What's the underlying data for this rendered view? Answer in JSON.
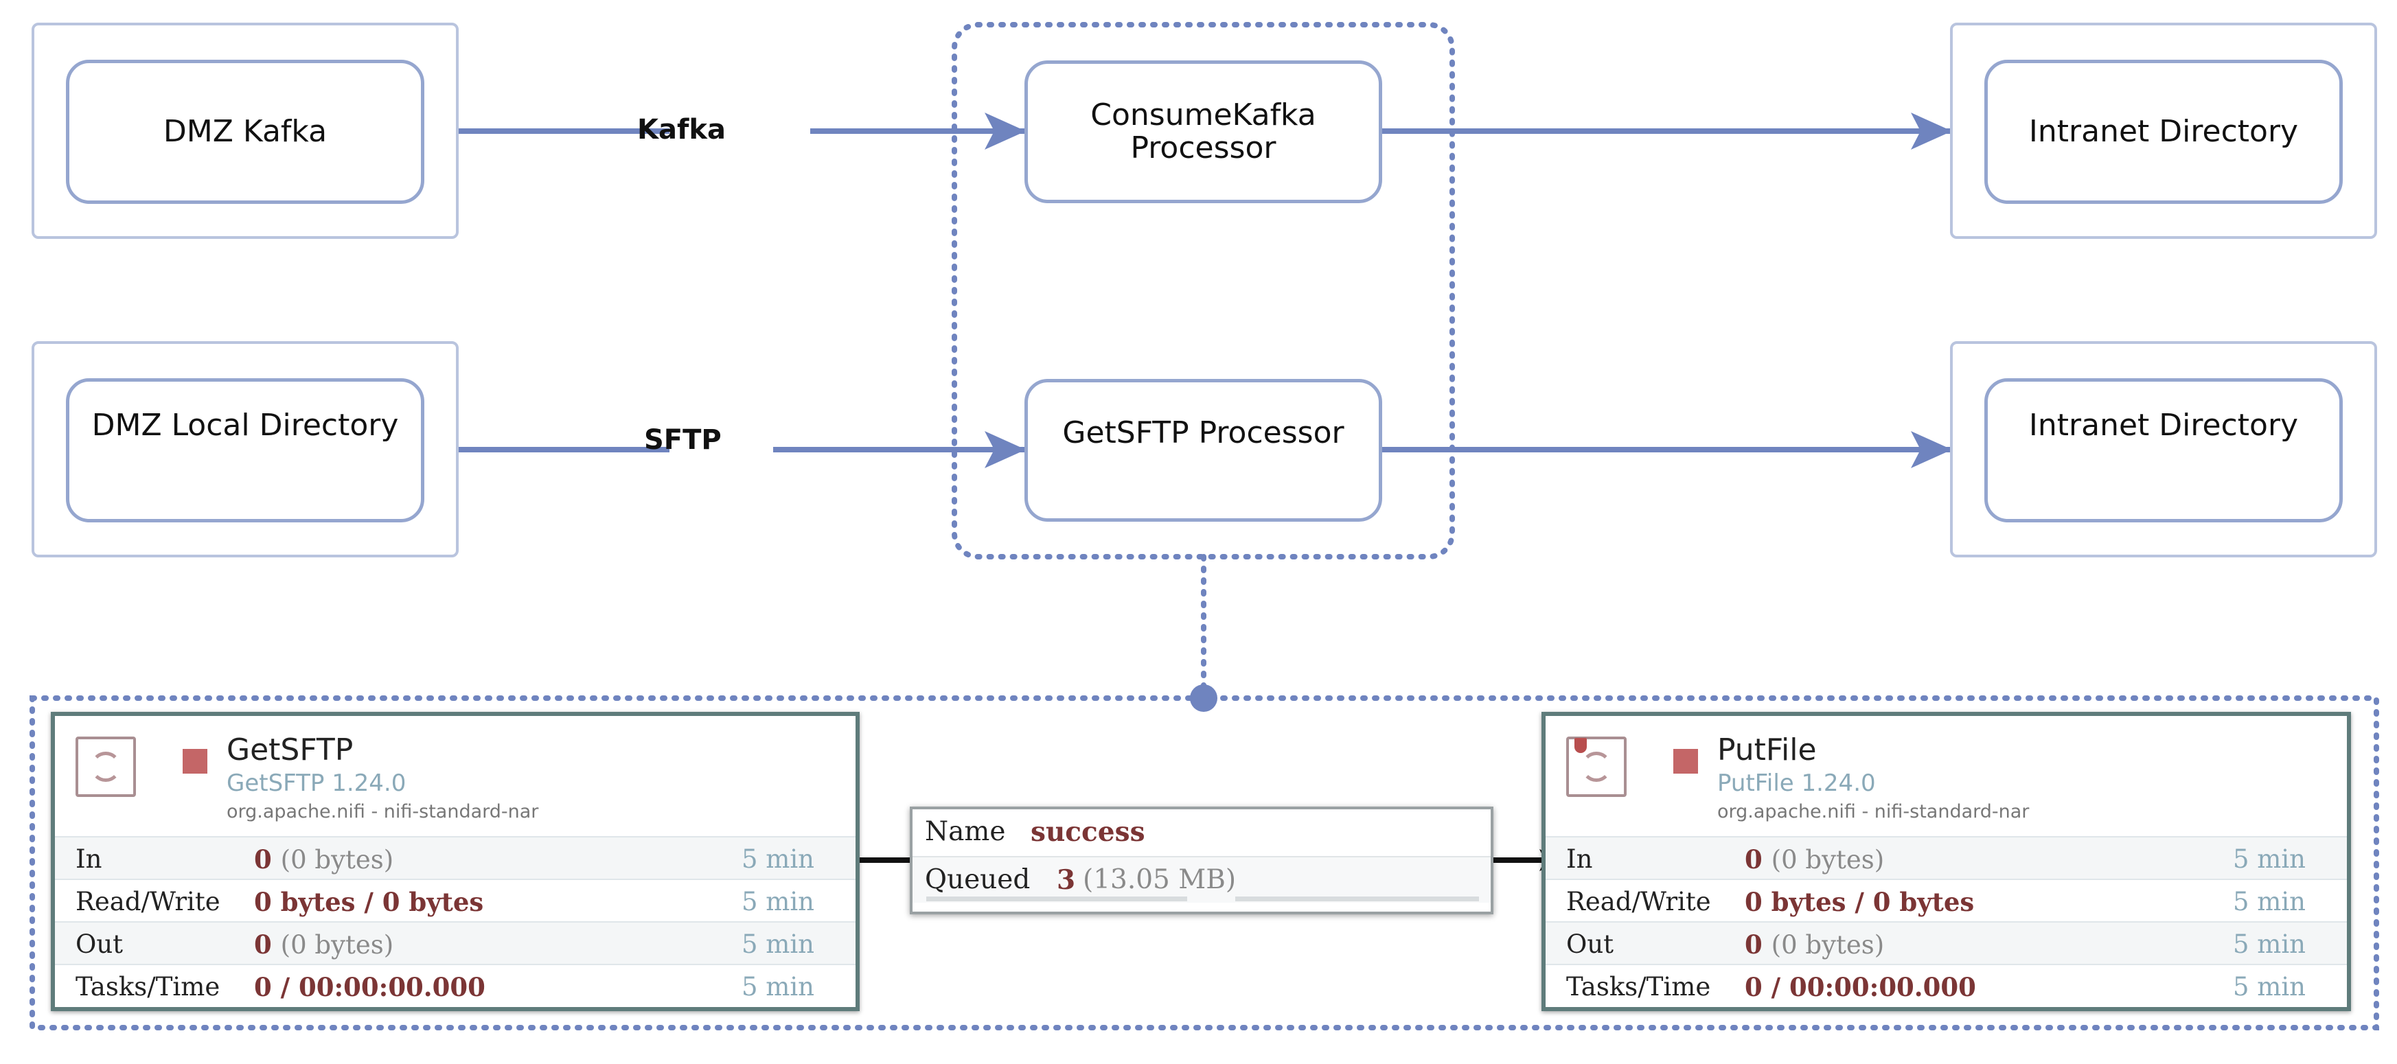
{
  "colors": {
    "edge": "#6f84bf",
    "group_border": "#6f84bf",
    "card_border": "#5f7c7b",
    "stat_value": "#7b3535",
    "time_text": "#8aa9b8",
    "stop": "#c46667"
  },
  "diagram": {
    "sources": [
      {
        "id": "dmz-kafka",
        "label": "DMZ Kafka"
      },
      {
        "id": "dmz-local-directory",
        "label": "DMZ Local Directory"
      }
    ],
    "edge_labels": {
      "kafka": "Kafka",
      "sftp": "SFTP"
    },
    "processors": [
      {
        "id": "consumekafka",
        "label": "ConsumeKafka\nProcessor"
      },
      {
        "id": "getsftp",
        "label": "GetSFTP Processor"
      }
    ],
    "targets": [
      {
        "id": "intranet-1",
        "label": "Intranet Directory"
      },
      {
        "id": "intranet-2",
        "label": "Intranet Directory"
      }
    ]
  },
  "flow": {
    "getsftp": {
      "name": "GetSFTP",
      "type": "GetSFTP 1.24.0",
      "bundle": "org.apache.nifi - nifi-standard-nar",
      "icon": "processor-icon",
      "status_icon": "stopped-square-icon",
      "stats": [
        {
          "label": "In",
          "value": "0",
          "sub": "(0 bytes)",
          "time": "5 min"
        },
        {
          "label": "Read/Write",
          "value": "0 bytes / 0 bytes",
          "sub": "",
          "time": "5 min"
        },
        {
          "label": "Out",
          "value": "0",
          "sub": "(0 bytes)",
          "time": "5 min"
        },
        {
          "label": "Tasks/Time",
          "value": "0 / 00:00:00.000",
          "sub": "",
          "time": "5 min"
        }
      ]
    },
    "connection": {
      "name_label": "Name",
      "name_value": "success",
      "queued_label": "Queued",
      "queued_value": "3",
      "queued_sub": "(13.05 MB)"
    },
    "putfile": {
      "name": "PutFile",
      "type": "PutFile 1.24.0",
      "bundle": "org.apache.nifi - nifi-standard-nar",
      "icon": "processor-icon",
      "status_icon": "stopped-square-icon",
      "badge_icon": "restricted-shield-icon",
      "stats": [
        {
          "label": "In",
          "value": "0",
          "sub": "(0 bytes)",
          "time": "5 min"
        },
        {
          "label": "Read/Write",
          "value": "0 bytes / 0 bytes",
          "sub": "",
          "time": "5 min"
        },
        {
          "label": "Out",
          "value": "0",
          "sub": "(0 bytes)",
          "time": "5 min"
        },
        {
          "label": "Tasks/Time",
          "value": "0 / 00:00:00.000",
          "sub": "",
          "time": "5 min"
        }
      ]
    }
  }
}
